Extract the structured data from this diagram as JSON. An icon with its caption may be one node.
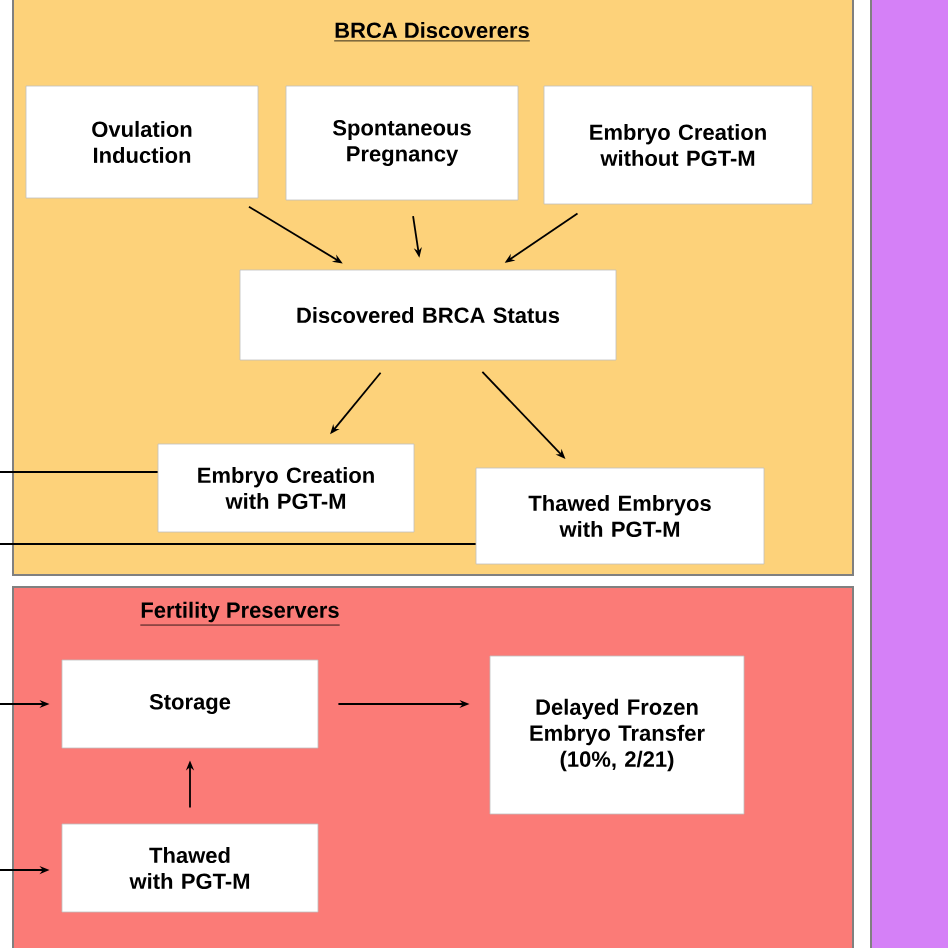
{
  "diagram": {
    "nodes": [
      {
        "text": [
          "BRCA Discoverers"
        ]
      },
      {
        "text": [
          "Ovulation Induction"
        ],
        "in": 0
      },
      {
        "text": [
          "Spontaneous Pregnancy"
        ],
        "in": 0
      },
      {
        "text": [
          "Embryo Creation without PGT-M"
        ],
        "in": 0
      },
      {
        "text": [
          "Discovered BRCA Status"
        ],
        "in": 0
      },
      {
        "text": [
          "Embryo Creation with PGT-M"
        ],
        "in": 0
      },
      {
        "text": [
          "Thawed Embryos with PGT-M"
        ],
        "in": 0
      },
      {
        "text": [
          "Fertility Preservers"
        ]
      },
      {
        "text": [
          "Storage"
        ],
        "in": 7
      },
      {
        "text": [
          "Delayed Frozen Embryo Transfer (10%, 2/21)"
        ],
        "in": 7
      },
      {
        "text": [
          "Thawed with PGT-M"
        ],
        "in": 7
      },
      {
        "text": [],
        "shape": "box"
      }
    ],
    "edges": [
      {
        "from": 1,
        "to": 4,
        "arrow": "to"
      },
      {
        "from": 2,
        "to": 4,
        "arrow": "to"
      },
      {
        "from": 3,
        "to": 4,
        "arrow": "to"
      },
      {
        "from": 4,
        "to": 5,
        "arrow": "to"
      },
      {
        "from": 4,
        "to": 6,
        "arrow": "to"
      },
      {
        "from": null,
        "to": 5,
        "arrow": "none"
      },
      {
        "from": null,
        "to": 6,
        "arrow": "none"
      },
      {
        "from": null,
        "to": 8,
        "arrow": "to"
      },
      {
        "from": 8,
        "to": 9,
        "arrow": "to"
      },
      {
        "from": 10,
        "to": 8,
        "arrow": "to"
      },
      {
        "from": null,
        "to": 10,
        "arrow": "to"
      }
    ]
  }
}
